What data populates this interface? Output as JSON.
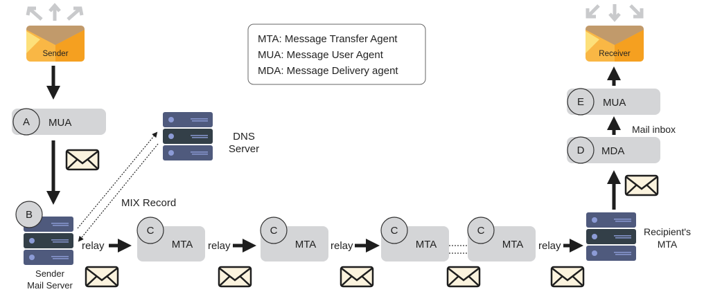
{
  "legend": {
    "lines": [
      "MTA: Message Transfer Agent",
      "MUA: Message User Agent",
      "MDA: Message Delivery agent"
    ]
  },
  "sender": {
    "label": "Sender"
  },
  "receiver": {
    "label": "Receiver"
  },
  "nodes": {
    "a": {
      "letter": "A",
      "label": "MUA"
    },
    "b": {
      "letter": "B",
      "label_line1": "Sender",
      "label_line2": "Mail Server"
    },
    "c1": {
      "letter": "C",
      "label": "MTA"
    },
    "c2": {
      "letter": "C",
      "label": "MTA"
    },
    "c3": {
      "letter": "C",
      "label": "MTA"
    },
    "c4": {
      "letter": "C",
      "label": "MTA"
    },
    "d": {
      "letter": "D",
      "label": "MDA"
    },
    "e": {
      "letter": "E",
      "label": "MUA"
    },
    "dns": {
      "label_line1": "DNS",
      "label_line2": "Server"
    },
    "recipient": {
      "label_line1": "Recipient's",
      "label_line2": "MTA"
    }
  },
  "edges": {
    "relay": "relay",
    "mix_record": "MIX Record",
    "mail_inbox": "Mail inbox"
  },
  "colors": {
    "server_light": "#4f5a7d",
    "server_dark": "#333f48",
    "server_dot": "#8c9bd6",
    "envelope_flap": "#c19a6b",
    "envelope_body": "#f9b745",
    "node_box": "#d4d5d7",
    "letter_bg": "#fbf3de"
  }
}
